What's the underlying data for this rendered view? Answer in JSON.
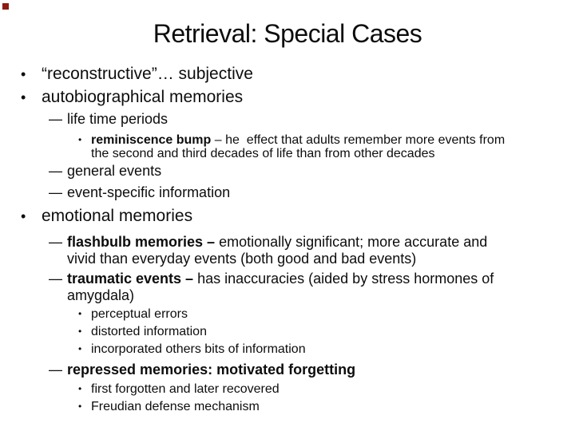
{
  "slide": {
    "title": "Retrieval: Special Cases",
    "background_color": "#ffffff",
    "text_color": "#0d0d0d",
    "corner_marker_color": "#8e1b10",
    "markers": {
      "l1": "•",
      "l2": "–",
      "l3": "•"
    },
    "items": [
      {
        "level": 1,
        "bold": "",
        "text": "“reconstructive”… subjective"
      },
      {
        "level": 1,
        "bold": "",
        "text": "autobiographical memories"
      },
      {
        "level": 2,
        "bold": "",
        "text": "life time periods"
      },
      {
        "level": 3,
        "bold": "reminiscence bump",
        "text": " – he  effect that adults remember more events from\nthe second and third decades of life than from other decades"
      },
      {
        "level": 2,
        "bold": "",
        "text": "general events"
      },
      {
        "level": 2,
        "bold": "",
        "text": "event-specific information"
      },
      {
        "level": 1,
        "bold": "",
        "text": "emotional memories"
      },
      {
        "level": 2,
        "bold": "flashbulb memories –",
        "text": " emotionally significant; more accurate and\nvivid than everyday events (both good and bad events)"
      },
      {
        "level": 2,
        "bold": "traumatic events –",
        "text": " has inaccuracies (aided by stress hormones of\namygdala)"
      },
      {
        "level": 3,
        "bold": "",
        "text": "perceptual errors"
      },
      {
        "level": 3,
        "bold": "",
        "text": "distorted information"
      },
      {
        "level": 3,
        "bold": "",
        "text": "incorporated others bits of information"
      },
      {
        "level": 2,
        "bold": "repressed memories: motivated forgetting",
        "text": ""
      },
      {
        "level": 3,
        "bold": "",
        "text": "first forgotten and later recovered"
      },
      {
        "level": 3,
        "bold": "",
        "text": "Freudian defense mechanism"
      }
    ]
  }
}
